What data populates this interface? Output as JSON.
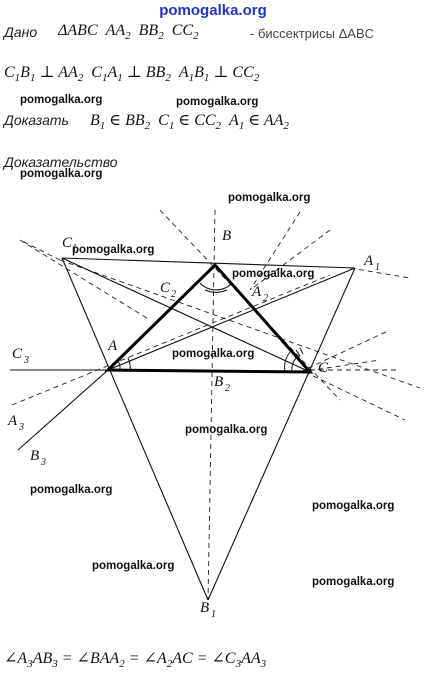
{
  "header": {
    "site": "pomogalka.org"
  },
  "given": {
    "label": "Дано",
    "statement": "ΔABC AA2 BB2 CC2",
    "note": "- биссектрисы ΔABC",
    "perp": "C1B1 ⊥ AA2  C1A1 ⊥ BB2  A1B1 ⊥ CC2"
  },
  "prove": {
    "label": "Доказать",
    "statement": "B1 ∈ BB2  C1 ∈ CC2  A1 ∈ AA2"
  },
  "proof": {
    "label": "Доказательство"
  },
  "figure": {
    "points": {
      "A": "A",
      "B": "B",
      "C": "C",
      "A1": "A",
      "B1": "B",
      "C1": "C",
      "A2": "A",
      "B2": "B",
      "C2": "C",
      "A3": "A",
      "B3": "B",
      "C3": "C",
      "i1": "1",
      "i2": "2",
      "i3": "3"
    }
  },
  "conclusion": "∠A3AB3 = ∠BAA2 = ∠A2AC = ∠C3AA3",
  "watermarks": [
    "pomogalka.org",
    "pomogalka.org",
    "pomogalka.org",
    "pomogalka.org",
    "pomogalka.org",
    "pomogalka.org",
    "pomogalka.org",
    "pomogalka.org",
    "pomogalka.org",
    "pomogalka.org",
    "pomogalka.org",
    "pomogalka.org"
  ]
}
